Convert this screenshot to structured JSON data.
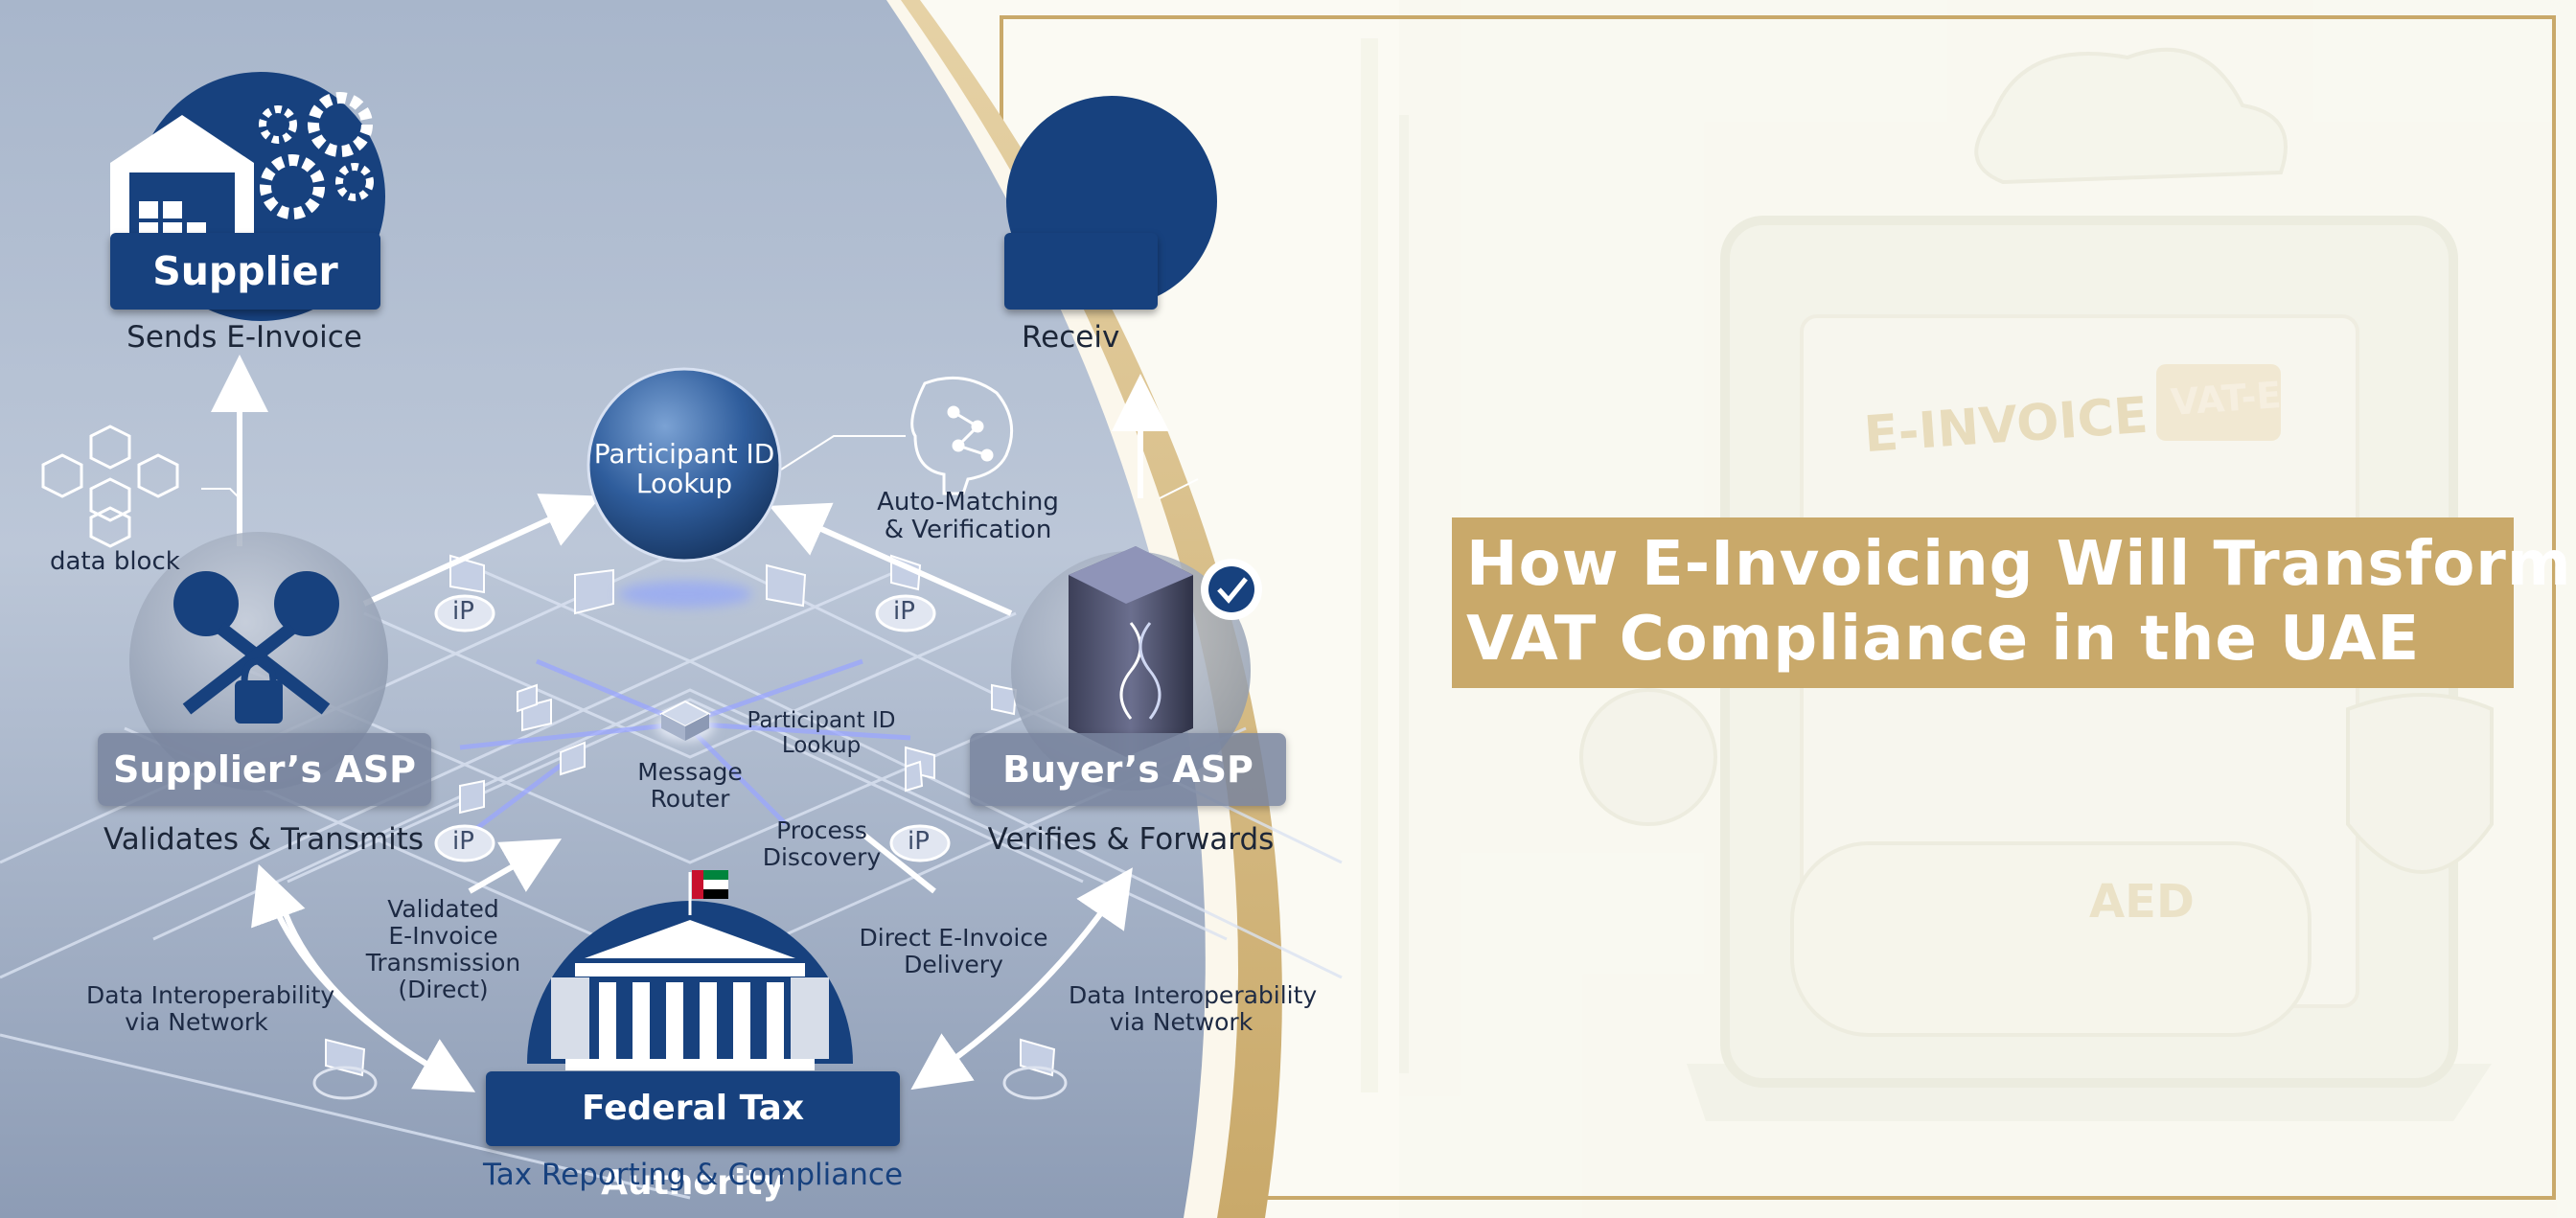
{
  "title": {
    "line1": "How E-Invoicing Will Transform",
    "line2": "VAT Compliance in the UAE"
  },
  "nodes": {
    "supplier": {
      "label": "Supplier",
      "caption": "Sends E-Invoice"
    },
    "buyer": {
      "caption_partial": "Receiv"
    },
    "supplier_asp": {
      "label": "Supplier’s ASP",
      "caption": "Validates & Transmits"
    },
    "buyer_asp": {
      "label": "Buyer’s ASP",
      "caption": "Verifies & Forwards"
    },
    "participant_lookup": {
      "line1": "Participant ID",
      "line2": "Lookup"
    },
    "fta": {
      "label": "Federal Tax Authority",
      "caption": "Tax Reporting & Compliance"
    }
  },
  "annotations": {
    "data_block": "data block",
    "auto_matching_1": "Auto-Matching",
    "auto_matching_2": "& Verification",
    "pid_small_1": "Participant ID",
    "pid_small_2": "Lookup",
    "router_1": "Message",
    "router_2": "Router",
    "process_1": "Process",
    "process_2": "Discovery",
    "validated_1": "Validated",
    "validated_2": "E-Invoice",
    "validated_3": "Transmission",
    "validated_4": "(Direct)",
    "direct_1": "Direct E-Invoice",
    "direct_2": "Delivery",
    "interop_left_1": "Data Interoperability",
    "interop_left_2": "via Network",
    "interop_right_1": "Data Interoperability",
    "interop_right_2": "via Network"
  },
  "network_node_label": "iP",
  "background_art": {
    "einvoice": "E-INVOICE",
    "vat": "VAT-E",
    "aed": "AED"
  },
  "colors": {
    "navy": "#17417e",
    "gold": "#c9a96a",
    "panel": "#b3bfd2"
  }
}
